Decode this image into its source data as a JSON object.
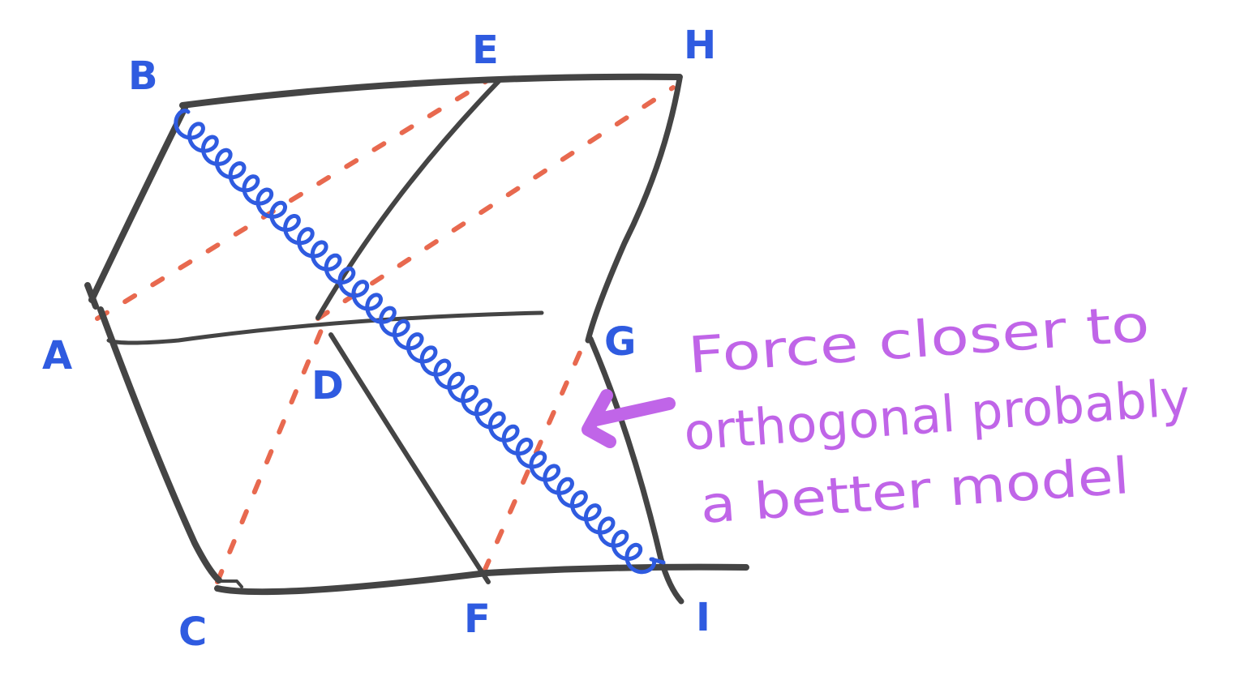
{
  "colors": {
    "outline": "#444444",
    "dashed_diagonal": "#e8694f",
    "spring": "#2f5be0",
    "vertex_label": "#2f5be0",
    "annotation": "#c065e8"
  },
  "vertices": {
    "A": "A",
    "B": "B",
    "C": "C",
    "D": "D",
    "E": "E",
    "F": "F",
    "G": "G",
    "H": "H",
    "I": "I"
  },
  "annotation": {
    "line1": "Force closer to",
    "line2": "orthogonal probably",
    "line3": "a better model"
  }
}
